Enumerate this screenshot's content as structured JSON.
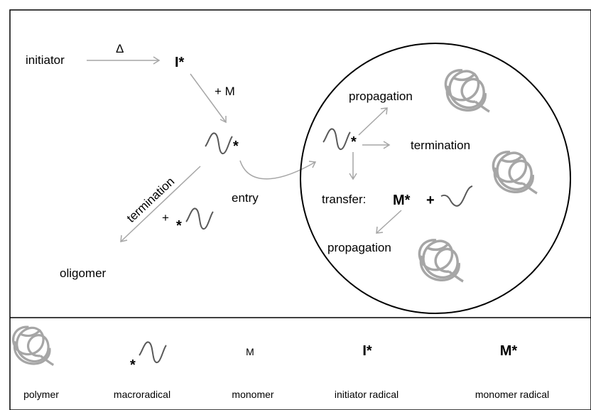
{
  "diagram": {
    "initiator_label": "initiator",
    "heat_symbol": "Δ",
    "initiator_radical_symbol": "I*",
    "plus_monomer_label": "+ M",
    "radical_star": "*",
    "termination_label_diag": "termination",
    "plus_sign": "+",
    "oligomer_label": "oligomer",
    "entry_label": "entry",
    "particle": {
      "propagation_top_label": "propagation",
      "termination_label": "termination",
      "transfer_label": "transfer:",
      "monomer_radical_symbol": "M*",
      "plus_sign": "+",
      "propagation_bottom_label": "propagation"
    }
  },
  "legend": {
    "items": [
      {
        "icon": "polymer-icon",
        "label": "polymer"
      },
      {
        "icon": "macroradical-icon",
        "label": "macroradical"
      },
      {
        "icon": "M",
        "label": "monomer"
      },
      {
        "icon": "I*",
        "label": "initiator radical"
      },
      {
        "icon": "M*",
        "label": "monomer radical"
      }
    ]
  },
  "colors": {
    "arrow": "#a6a6a6",
    "chain": "#595959",
    "polymer": "#a6a6a6",
    "border": "#000000"
  }
}
